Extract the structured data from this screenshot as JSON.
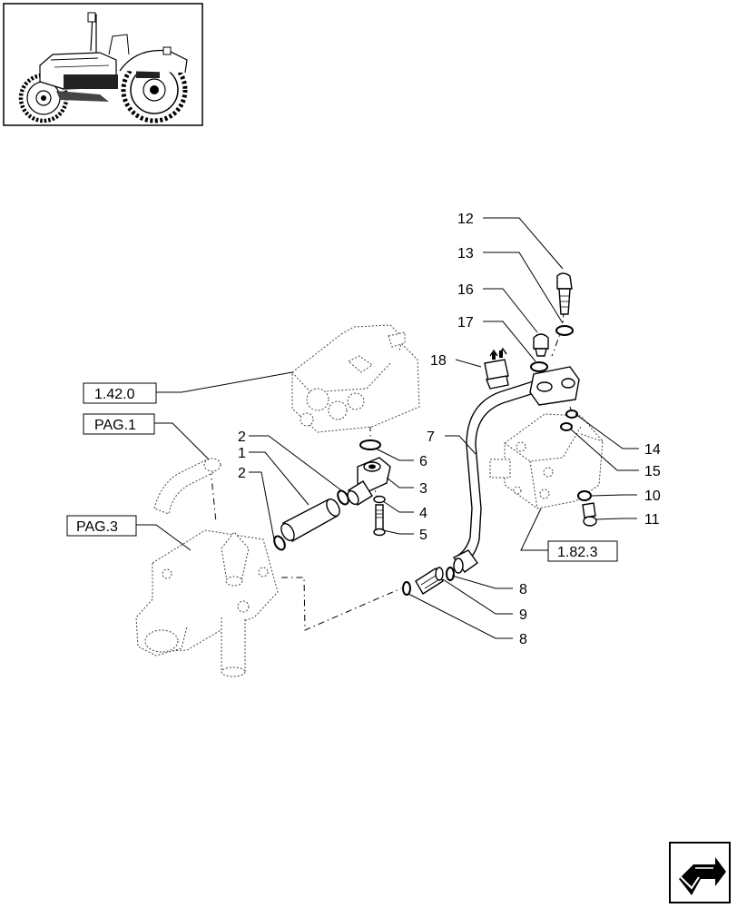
{
  "thumbnail": {
    "icon": "tractor-icon"
  },
  "nav_icon": "next-page-arrow-icon",
  "callouts": [
    {
      "id": "c12",
      "label": "12"
    },
    {
      "id": "c13",
      "label": "13"
    },
    {
      "id": "c16",
      "label": "16"
    },
    {
      "id": "c17",
      "label": "17"
    },
    {
      "id": "c18",
      "label": "18"
    },
    {
      "id": "c7",
      "label": "7"
    },
    {
      "id": "c2a",
      "label": "2"
    },
    {
      "id": "c1",
      "label": "1"
    },
    {
      "id": "c2b",
      "label": "2"
    },
    {
      "id": "c6",
      "label": "6"
    },
    {
      "id": "c3",
      "label": "3"
    },
    {
      "id": "c4",
      "label": "4"
    },
    {
      "id": "c5",
      "label": "5"
    },
    {
      "id": "c14",
      "label": "14"
    },
    {
      "id": "c15",
      "label": "15"
    },
    {
      "id": "c10",
      "label": "10"
    },
    {
      "id": "c11",
      "label": "11"
    },
    {
      "id": "c8a",
      "label": "8"
    },
    {
      "id": "c9",
      "label": "9"
    },
    {
      "id": "c8b",
      "label": "8"
    }
  ],
  "refs": [
    {
      "id": "r1420",
      "label": "1.42.0"
    },
    {
      "id": "rpag1",
      "label": "PAG.1"
    },
    {
      "id": "rpag3",
      "label": "PAG.3"
    },
    {
      "id": "r1823",
      "label": "1.82.3"
    }
  ]
}
